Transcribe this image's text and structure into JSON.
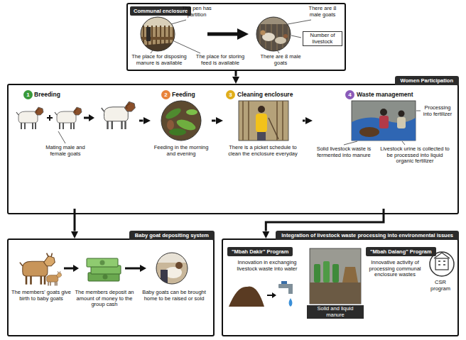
{
  "diagram": {
    "nodes": [
      {
        "text": [
          "Communal enclosure"
        ]
      },
      {
        "text": [
          "Women Participation"
        ]
      },
      {
        "text": [
          "Breeding"
        ],
        "in": 1
      },
      {
        "text": [
          "Feeding"
        ],
        "in": 1
      },
      {
        "text": [
          "Cleaning enclosure"
        ],
        "in": 1
      },
      {
        "text": [
          "Waste management"
        ],
        "in": 1
      },
      {
        "text": [
          "Baby goat depositing system"
        ]
      },
      {
        "text": [
          "Integration of livestock waste processing into environmental issues"
        ]
      },
      {
        "text": [
          "\"Mbah Dakir\" Program"
        ],
        "in": 7
      },
      {
        "text": [
          "\"Mbah Dalang\" Program"
        ],
        "in": 7
      }
    ],
    "edges": [
      {
        "from": 0,
        "to": 1,
        "arrow": "to"
      },
      {
        "from": 2,
        "to": 3,
        "arrow": "to"
      },
      {
        "from": 3,
        "to": 4,
        "arrow": "to"
      },
      {
        "from": 4,
        "to": 5,
        "arrow": "to"
      },
      {
        "from": 2,
        "to": 6,
        "arrow": "to"
      },
      {
        "from": 5,
        "to": 7,
        "arrow": "to"
      }
    ],
    "labels": [
      "The pen has partition",
      "There are 8 male goats",
      "The place for disposing manure is available",
      "The place for storing feed is available",
      "Number of livestock",
      "There are 8 male goats",
      "1",
      "Mating male and female goats",
      "2",
      "Feeding in the morning and evening",
      "3",
      "There is a picket schedule to clean the enclosure everyday",
      "4",
      "Processing into fertilizer",
      "Solid livestock waste is fermented into manure",
      "Livestock urine is collected to be processed into liquid organic fertilizer",
      "The members' goats give birth to baby goats",
      "The members deposit an amount of money to the group cash",
      "Baby goats can be brought home to be raised or sold",
      "Innovation in exchanging livestock waste into water",
      "Solid and liquid manure",
      "Innovative activity of processing communal enclosure wastes",
      "CSR program"
    ]
  }
}
